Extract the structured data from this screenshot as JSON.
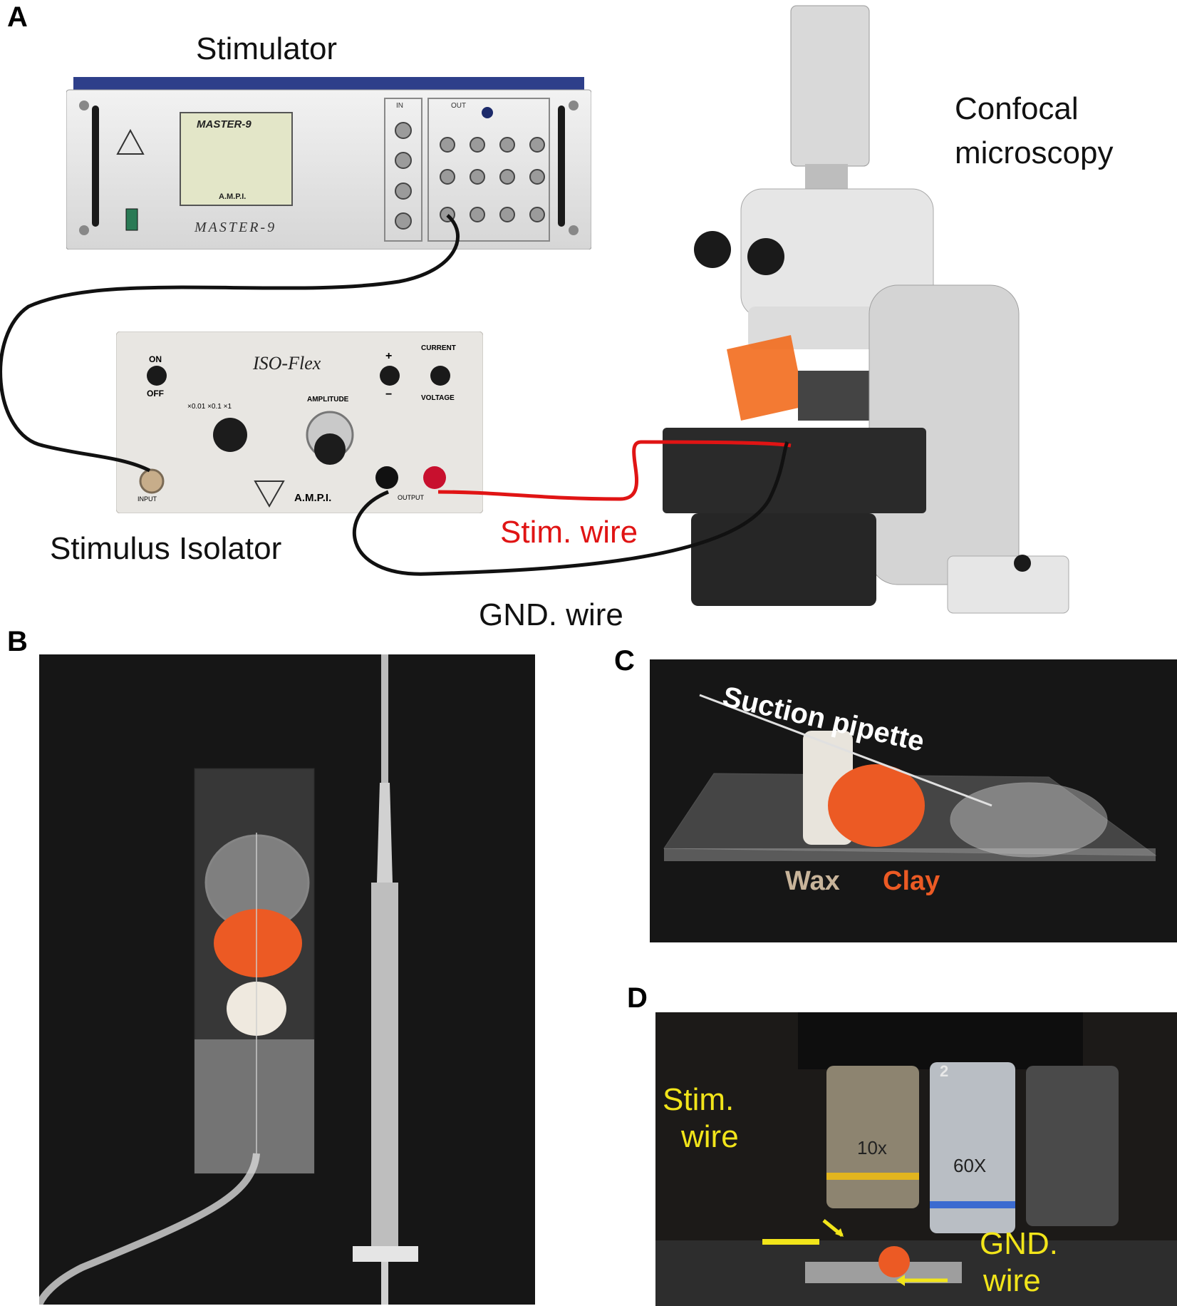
{
  "panels": {
    "a": {
      "letter": "A"
    },
    "b": {
      "letter": "B"
    },
    "c": {
      "letter": "C"
    },
    "d": {
      "letter": "D"
    }
  },
  "panel_a": {
    "stimulator_label": "Stimulator",
    "confocal_label_line1": "Confocal",
    "confocal_label_line2": "microscopy",
    "isolator_label": "Stimulus Isolator",
    "stim_wire_label": "Stim. wire",
    "gnd_wire_label": "GND. wire",
    "master9_screen_title": "MASTER-9",
    "master9_screen_brand": "A.M.P.I.",
    "master9_front_label": "MASTER-9",
    "master9_in_label": "IN",
    "master9_out_label": "OUT",
    "isoflex_title": "ISO-Flex",
    "isoflex_on": "ON",
    "isoflex_off": "OFF",
    "isoflex_amplitude": "AMPLITUDE",
    "isoflex_current": "CURRENT",
    "isoflex_voltage": "VOLTAGE",
    "isoflex_range": "×0.01  ×0.1  ×1",
    "isoflex_input": "INPUT",
    "isoflex_output": "OUTPUT",
    "isoflex_brand": "A.M.P.I.",
    "isoflex_plus": "+",
    "isoflex_minus": "−"
  },
  "panel_c": {
    "pipette_label": "Suction pipette",
    "wax_label": "Wax",
    "clay_label": "Clay"
  },
  "panel_d": {
    "stim_label_line1": "Stim.",
    "stim_label_line2": "wire",
    "gnd_label_line1": "GND.",
    "gnd_label_line2": "wire",
    "objective_60x": "60X",
    "objective_10x": "10x",
    "turret_number": "2"
  },
  "colors": {
    "stim_wire": "#e01414",
    "gnd_wire": "#111111",
    "clay": "#ec5a24",
    "wax_label": "#c8b49a",
    "panel_d_label": "#f2e51a",
    "photo_bg": "#161616"
  }
}
